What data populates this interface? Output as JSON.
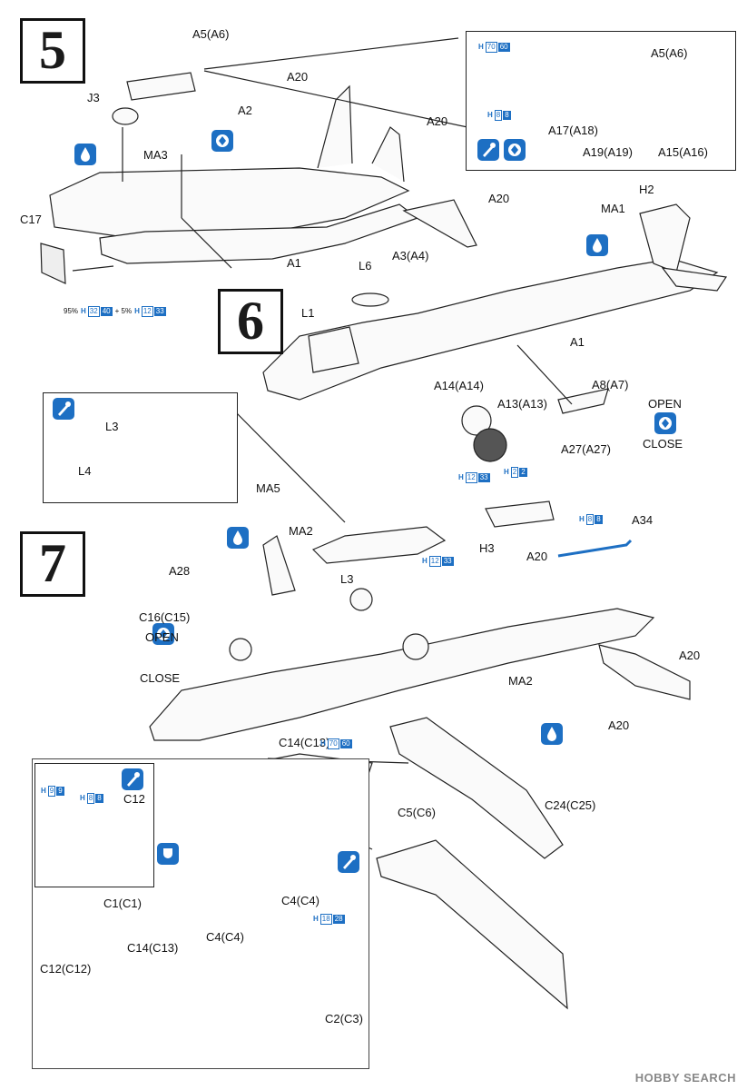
{
  "steps": {
    "s5": "5",
    "s6": "6",
    "s7": "7"
  },
  "labels": {
    "s5_a5a6": "A5(A6)",
    "s5_a20_top": "A20",
    "s5_j3": "J3",
    "s5_a2": "A2",
    "s5_ma3": "MA3",
    "s5_a20_right": "A20",
    "s5_c17": "C17",
    "s5_a1": "A1",
    "s5_a20_mid": "A20",
    "s5_a3a4": "A3(A4)",
    "s5_inset_a5a6": "A5(A6)",
    "s5_inset_a17": "A17(A18)",
    "s5_inset_a19": "A19(A19)",
    "s5_inset_a15": "A15(A16)",
    "s6_h2": "H2",
    "s6_ma1": "MA1",
    "s6_l6": "L6",
    "s6_l1": "L1",
    "s6_a1": "A1",
    "s6_a14": "A14(A14)",
    "s6_a13": "A13(A13)",
    "s6_a8": "A8(A7)",
    "s6_a27": "A27(A27)",
    "s6_open": "OPEN",
    "s6_close": "CLOSE",
    "s7_inset_l3": "L3",
    "s7_inset_l4": "L4",
    "s7_ma5": "MA5",
    "s7_ma2_top": "MA2",
    "s7_l3": "L3",
    "s7_h3": "H3",
    "s7_a34": "A34",
    "s7_a28": "A28",
    "s7_a20_top": "A20",
    "s7_c16": "C16(C15)",
    "s7_open": "OPEN",
    "s7_close": "CLOSE",
    "s7_a20_right": "A20",
    "s7_a20_bottom": "A20",
    "s7_ma2_bottom": "MA2",
    "s7_c14_top": "C14(C13)",
    "s7_c12": "C12",
    "s7_c24": "C24(C25)",
    "s7_c5": "C5(C6)",
    "s7_c1": "C1(C1)",
    "s7_c4_upper": "C4(C4)",
    "s7_c4_lower": "C4(C4)",
    "s7_c14_bottom": "C14(C13)",
    "s7_c12_bottom": "C12(C12)",
    "s7_c2": "C2(C3)"
  },
  "paint": {
    "p_h70_60_a": {
      "h": "H",
      "c1": "70",
      "c2": "60"
    },
    "p_h8_8_a": {
      "h": "H",
      "c1": "8",
      "c2": "8"
    },
    "p_95": {
      "pre": "95%",
      "h": "H",
      "c1": "32",
      "c2": "40",
      "mid": "+ 5%",
      "h2": "H",
      "c3": "12",
      "c4": "33"
    },
    "p_h12_33_a": {
      "h": "H",
      "c1": "12",
      "c2": "33"
    },
    "p_h2_2": {
      "h": "H",
      "c1": "2",
      "c2": "2"
    },
    "p_h12_33_b": {
      "h": "H",
      "c1": "12",
      "c2": "33"
    },
    "p_h8_8_b": {
      "h": "H",
      "c1": "8",
      "c2": "8"
    },
    "p_h70_60_b": {
      "h": "H",
      "c1": "70",
      "c2": "60"
    },
    "p_h9_9": {
      "h": "H",
      "c1": "9",
      "c2": "9"
    },
    "p_h8_8_c": {
      "h": "H",
      "c1": "8",
      "c2": "8"
    },
    "p_h18_28": {
      "h": "H",
      "c1": "18",
      "c2": "28"
    }
  },
  "colors": {
    "accent_blue": "#1d6fc3",
    "line": "#222222"
  },
  "footer": "HOBBY SEARCH"
}
